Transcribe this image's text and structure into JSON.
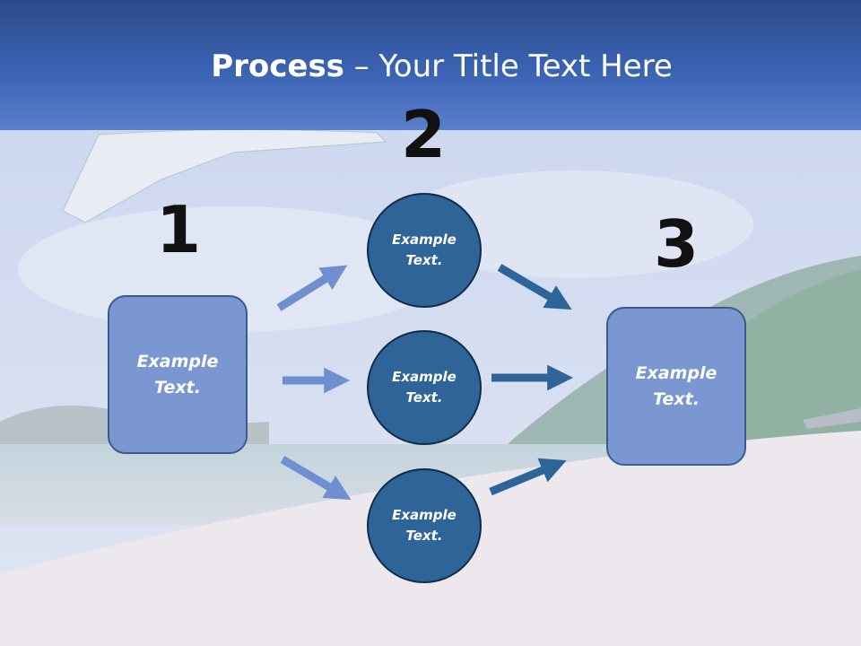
{
  "slide": {
    "title_bold": "Process",
    "title_rest": " – Your Title Text Here"
  },
  "steps": [
    {
      "number": "1",
      "text": "Example Text."
    },
    {
      "number": "2",
      "texts": [
        "Example Text.",
        "Example Text.",
        "Example Text."
      ]
    },
    {
      "number": "3",
      "text": "Example Text."
    }
  ],
  "colors": {
    "header": "#3b63b4",
    "box_fill": "#7a97d2",
    "circle_fill": "#2e6497",
    "arrow_light": "#6f8fd0",
    "arrow_dark": "#2f6498"
  }
}
